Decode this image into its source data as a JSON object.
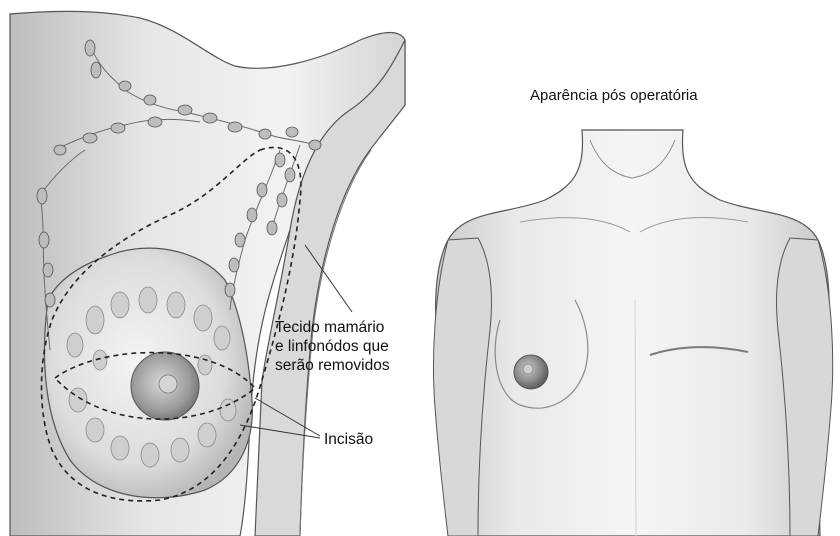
{
  "diagram": {
    "left_panel": {
      "tissue_label": [
        "Tecido mamário",
        "e linfonódos que",
        "serão removidos"
      ],
      "incision_label": "Incisão"
    },
    "right_panel": {
      "title": "Aparência pós operatória"
    }
  }
}
